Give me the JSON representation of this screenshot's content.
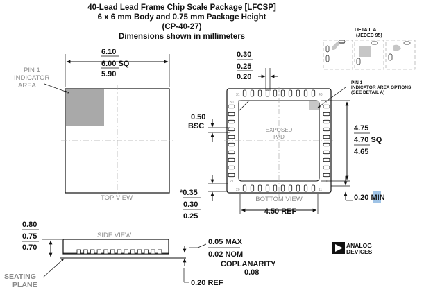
{
  "title": {
    "line1": "40-Lead Lead Frame Chip Scale Package [LFCSP]",
    "line2": "6 x 6 mm Body and 0.75 mm Package Height",
    "line3": "(CP-40-27)",
    "line4": "Dimensions shown in millimeters"
  },
  "top_view": {
    "label": "TOP VIEW",
    "pin1_label": [
      "PIN 1",
      "INDICATOR",
      "AREA"
    ],
    "dim_max": "6.10",
    "dim_nom": "6.00 SQ",
    "dim_min": "5.90"
  },
  "bottom_view": {
    "label": "BOTTOM VIEW",
    "pad_label": [
      "EXPOSED",
      "PAD"
    ],
    "lead_width": [
      "0.30",
      "0.25",
      "0.20"
    ],
    "pitch": [
      "0.50",
      "BSC"
    ],
    "pad_size": [
      "4.75",
      "4.70 SQ",
      "4.65"
    ],
    "lead_length": [
      "*0.35",
      "0.30",
      "0.25"
    ],
    "ref": "4.50 REF",
    "min_prefix": "0.20 ",
    "min_word": "MIN",
    "pin1_options": [
      "PIN 1",
      "INDICATOR AREA OPTIONS",
      "(SEE DETAIL A)"
    ],
    "corner_pins": [
      "31",
      "40",
      "30",
      "1",
      "10",
      "11",
      "20",
      "21"
    ]
  },
  "detail_a": {
    "title": "DETAIL A",
    "subtitle": "(JEDEC 95)"
  },
  "side_view": {
    "label": "SIDE VIEW",
    "height": [
      "0.80",
      "0.75",
      "0.70"
    ],
    "standoff": [
      "0.05 MAX",
      "0.02 NOM"
    ],
    "coplanarity": [
      "COPLANARITY",
      "0.08"
    ],
    "ref": "0.20 REF",
    "seating_plane": [
      "SEATING",
      "PLANE"
    ]
  },
  "logo": {
    "line1": "ANALOG",
    "line2": "DEVICES"
  }
}
